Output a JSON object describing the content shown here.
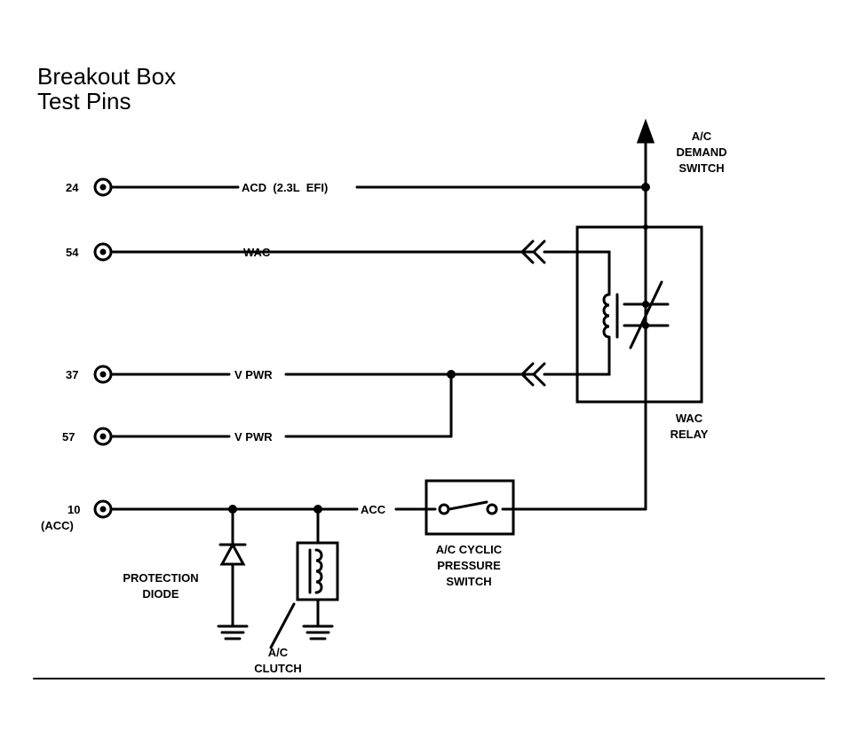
{
  "title": {
    "line1": "Breakout Box",
    "line2": "Test Pins"
  },
  "pins": [
    {
      "number": "24",
      "sub": "",
      "wire": "ACD  (2.3L  EFI)"
    },
    {
      "number": "54",
      "sub": "",
      "wire": "WAC"
    },
    {
      "number": "37",
      "sub": "",
      "wire": "V PWR"
    },
    {
      "number": "57",
      "sub": "",
      "wire": "V PWR"
    },
    {
      "number": "10",
      "sub": "(ACC)",
      "wire": "ACC"
    }
  ],
  "components": {
    "demand_switch": [
      "A/C",
      "DEMAND",
      "SWITCH"
    ],
    "wac_relay": [
      "WAC",
      "RELAY"
    ],
    "cyclic_switch": [
      "A/C CYCLIC",
      "PRESSURE",
      "SWITCH"
    ],
    "protection_diode": [
      "PROTECTION",
      "DIODE"
    ],
    "clutch": [
      "A/C",
      "CLUTCH"
    ]
  }
}
